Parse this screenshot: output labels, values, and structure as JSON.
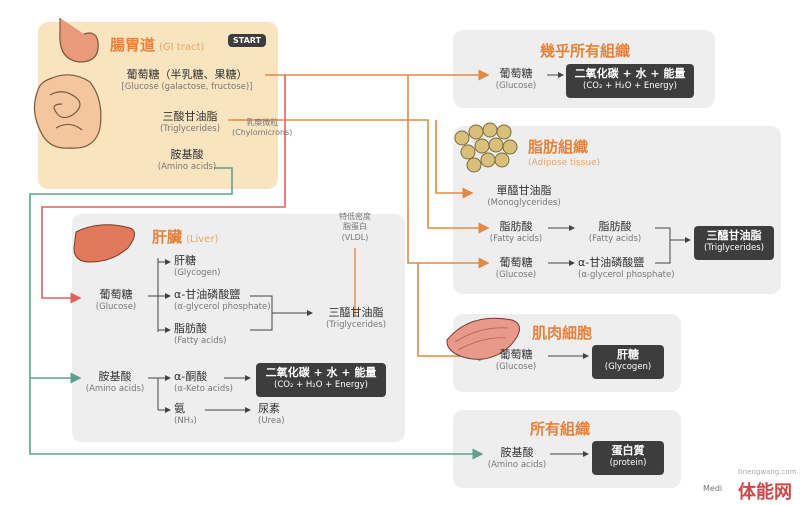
{
  "gi": {
    "title": "腸胃道",
    "title_en": "(GI tract)",
    "start": "START",
    "glucose_zh": "葡萄糖（半乳糖、果糖）",
    "glucose_en": "[Glucose (galactose, fructose)]",
    "tg_zh": "三酸甘油脂",
    "tg_en": "(Triglycerides)",
    "chylo_zh": "乳糜微粒",
    "chylo_en": "(Chylomicrons)",
    "aa_zh": "胺基酸",
    "aa_en": "(Amino acids)"
  },
  "almost": {
    "title": "幾乎所有組織",
    "glucose_zh": "葡萄糖",
    "glucose_en": "(Glucose)",
    "product_zh": "二氧化碳 + 水 + 能量",
    "product_en": "(CO₂ + H₂O + Energy)"
  },
  "adipose": {
    "title": "脂肪組織",
    "title_en": "(Adipose tissue)",
    "mono_zh": "單醯甘油脂",
    "mono_en": "(Monoglycerides)",
    "fa_zh": "脂肪酸",
    "fa_en": "(Fatty acids)",
    "fa2_zh": "脂肪酸",
    "fa2_en": "(Fatty acids)",
    "glucose_zh": "葡萄糖",
    "glucose_en": "(Glucose)",
    "agp_zh": "α-甘油磷酸鹽",
    "agp_en": "(α-glycerol phosphate)",
    "tg_zh": "三醯甘油脂",
    "tg_en": "(Triglycerides)"
  },
  "liver": {
    "title": "肝臟",
    "title_en": "(Liver)",
    "vldl": [
      "特低密度",
      "脂蛋白",
      "(VLDL)"
    ],
    "glycogen_zh": "肝糖",
    "glycogen_en": "(Glycogen)",
    "glucose_zh": "葡萄糖",
    "glucose_en": "(Glucose)",
    "agp_zh": "α-甘油磷酸鹽",
    "agp_en": "(α-glycerol phosphate)",
    "fa_zh": "脂肪酸",
    "fa_en": "(Fatty acids)",
    "tg_zh": "三醯甘油脂",
    "tg_en": "(Triglycerides)",
    "aa_zh": "胺基酸",
    "aa_en": "(Amino acids)",
    "keto_zh": "α-酮酸",
    "keto_en": "(α-Keto acids)",
    "nh3_zh": "氨",
    "nh3_en": "(NH₃)",
    "urea_zh": "尿素",
    "urea_en": "(Urea)",
    "product_zh": "二氧化碳 + 水 + 能量",
    "product_en": "(CO₂ + H₂O + Energy)"
  },
  "muscle": {
    "title": "肌肉細胞",
    "glucose_zh": "葡萄糖",
    "glucose_en": "(Glucose)",
    "glycogen_zh": "肝糖",
    "glycogen_en": "(Glycogen)"
  },
  "all": {
    "title": "所有組織",
    "aa_zh": "胺基酸",
    "aa_en": "(Amino acids)",
    "protein_zh": "蛋白質",
    "protein_en": "(protein)"
  },
  "watermark": {
    "small": "Medi",
    "brand": "体能网",
    "url": "tinengwang.com"
  },
  "colors": {
    "orange": "#e08a45",
    "green": "#5fa08f",
    "pink": "#e06060",
    "box": "#3d3d3d"
  }
}
